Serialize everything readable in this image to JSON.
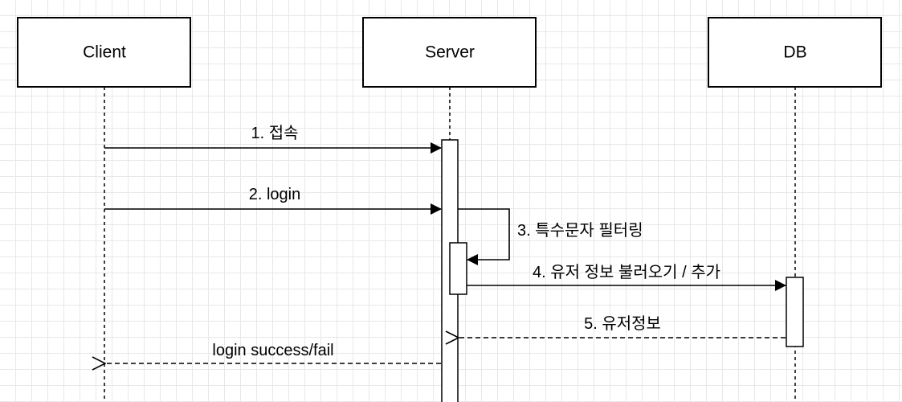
{
  "participants": {
    "client": "Client",
    "server": "Server",
    "db": "DB"
  },
  "messages": {
    "m1": "1. 접속",
    "m2": "2. login",
    "m3": "3. 특수문자 필터링",
    "m4": "4. 유저 정보 불러오기 / 추가",
    "m5": "5. 유저정보",
    "m6": "login success/fail"
  },
  "colors": {
    "stroke": "#000000",
    "fill": "#ffffff",
    "grid": "#e8e8e8"
  }
}
